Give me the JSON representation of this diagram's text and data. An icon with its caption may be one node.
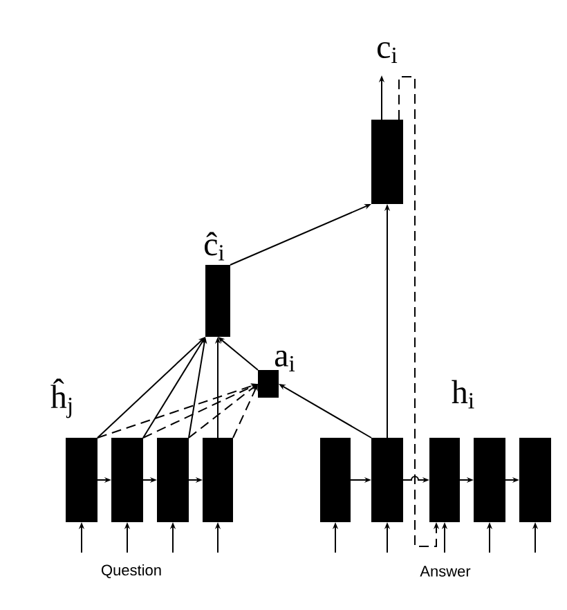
{
  "diagram": {
    "nodes": [
      {
        "text": [],
        "shape": "box",
        "beside": [
          "c$_{i}$"
        ]
      },
      {
        "text": [],
        "shape": "box",
        "beside": [
          "ĉ$_{i}$"
        ]
      },
      {
        "text": [],
        "shape": "box",
        "beside": [
          "a$_{i}$"
        ]
      },
      {
        "text": [],
        "shape": "box"
      },
      {
        "text": [],
        "shape": "box"
      },
      {
        "text": [],
        "shape": "box"
      },
      {
        "text": [],
        "shape": "box"
      },
      {
        "text": [],
        "shape": "box"
      },
      {
        "text": [],
        "shape": "box"
      },
      {
        "text": [],
        "shape": "box"
      },
      {
        "text": [],
        "shape": "box"
      },
      {
        "text": [],
        "shape": "box"
      }
    ],
    "edges": [
      {
        "from": 3,
        "to": 4,
        "arrow": "to"
      },
      {
        "from": 4,
        "to": 5,
        "arrow": "to"
      },
      {
        "from": 5,
        "to": 6,
        "arrow": "to"
      },
      {
        "from": 7,
        "to": 8,
        "arrow": "to"
      },
      {
        "from": 8,
        "to": 9,
        "arrow": "to"
      },
      {
        "from": 9,
        "to": 10,
        "arrow": "to"
      },
      {
        "from": 10,
        "to": 11,
        "arrow": "to"
      },
      {
        "from": null,
        "to": 3,
        "arrow": "to"
      },
      {
        "from": null,
        "to": 4,
        "arrow": "to"
      },
      {
        "from": null,
        "to": 5,
        "arrow": "to"
      },
      {
        "from": null,
        "to": 6,
        "arrow": "to"
      },
      {
        "from": null,
        "to": 7,
        "arrow": "to"
      },
      {
        "from": null,
        "to": 8,
        "arrow": "to"
      },
      {
        "from": null,
        "to": 9,
        "arrow": "to"
      },
      {
        "from": null,
        "to": 10,
        "arrow": "to"
      },
      {
        "from": null,
        "to": 11,
        "arrow": "to"
      },
      {
        "from": 3,
        "to": 1,
        "arrow": "to"
      },
      {
        "from": 4,
        "to": 1,
        "arrow": "to"
      },
      {
        "from": 5,
        "to": 1,
        "arrow": "to"
      },
      {
        "from": 6,
        "to": 1,
        "arrow": "to"
      },
      {
        "from": 3,
        "to": 2,
        "arrow": "to",
        "style": "dashed"
      },
      {
        "from": 4,
        "to": 2,
        "arrow": "to",
        "style": "dashed"
      },
      {
        "from": 5,
        "to": 2,
        "arrow": "to",
        "style": "dashed"
      },
      {
        "from": 6,
        "to": 2,
        "arrow": "to",
        "style": "dashed"
      },
      {
        "from": 8,
        "to": 2,
        "arrow": "to"
      },
      {
        "from": 2,
        "to": 1,
        "arrow": "to"
      },
      {
        "from": 1,
        "to": 0,
        "arrow": "to"
      },
      {
        "from": 8,
        "to": 0,
        "arrow": "to"
      },
      {
        "from": 0,
        "to": null,
        "arrow": "to"
      },
      {
        "from": 0,
        "to": 9,
        "arrow": "to",
        "style": "dashed"
      }
    ],
    "labels": [
      "ĥ$_{j}$",
      "h$_{i}$",
      "Question",
      "Answer"
    ]
  }
}
